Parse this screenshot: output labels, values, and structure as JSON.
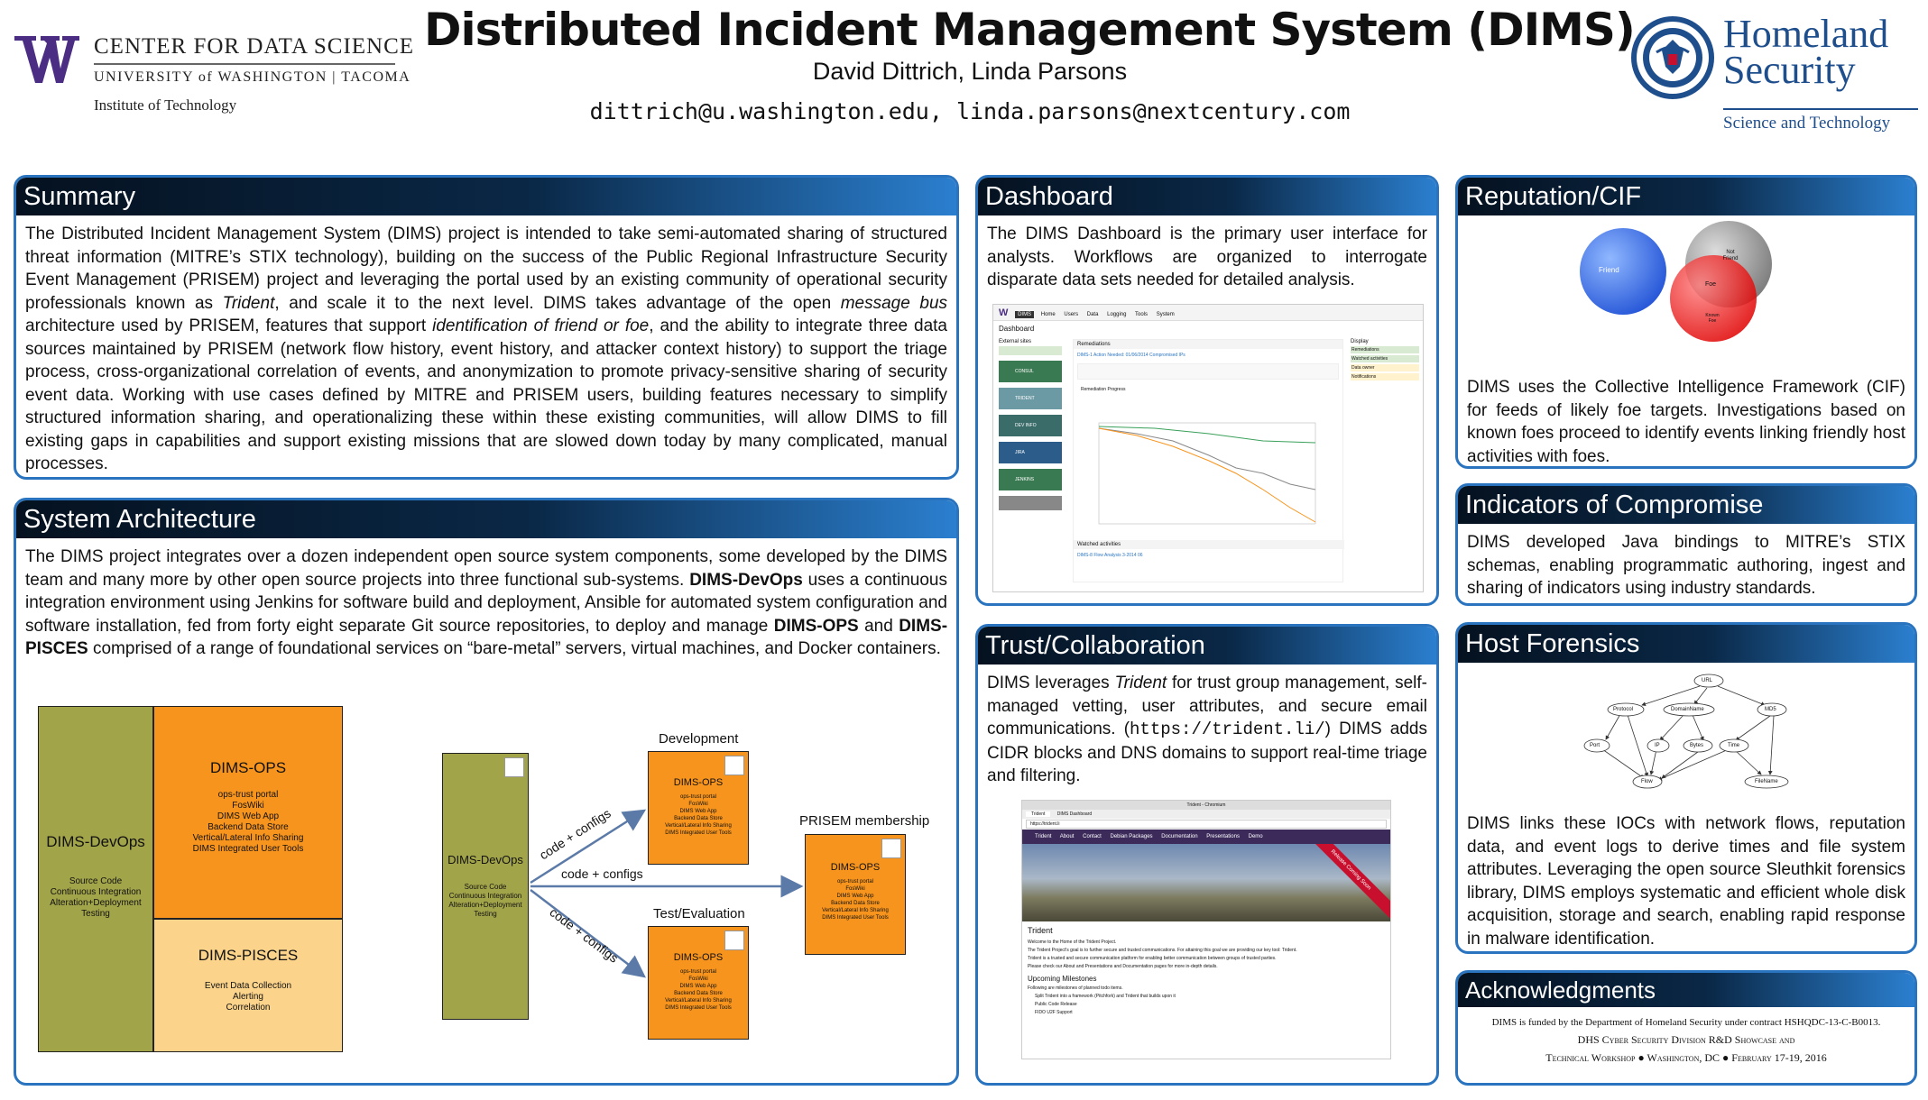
{
  "header": {
    "uw_line1": "CENTER FOR DATA SCIENCE",
    "uw_line2": "UNIVERSITY of WASHINGTON | TACOMA",
    "uw_line3": "Institute of Technology",
    "title": "Distributed Incident Management System (DIMS)",
    "authors": "David Dittrich, Linda Parsons",
    "emails": "dittrich@u.washington.edu, linda.parsons@nextcentury.com",
    "dhs_name_1": "Homeland",
    "dhs_name_2": "Security",
    "dhs_sub": "Science and Technology"
  },
  "colors": {
    "panel_border": "#2a74bf",
    "header_dark": "#05111f",
    "header_light": "#2b7fcf",
    "olive": "#a2a44a",
    "orange": "#f7941d",
    "pale_orange": "#fbd38b",
    "uw_purple": "#4b2e83",
    "dhs_blue": "#1f4e8c"
  },
  "summary": {
    "title": "Summary",
    "text_1": "The Distributed Incident Management System (DIMS) project is intended to take semi-automated sharing of structured threat information (MITRE’s STIX technology), building on the success of the Public Regional Infrastructure Security Event Management (PRISEM) project and leveraging the portal used by an existing community of operational security professionals known as ",
    "trident": "Trident",
    "text_2": ", and scale it to the next level.  DIMS takes advantage of the open ",
    "message_bus": "message bus",
    "text_3": " architecture used by PRISEM, features that support ",
    "iff": "identification of friend or foe",
    "text_4": ", and the ability to integrate three data sources maintained by PRISEM (network flow history, event history, and attacker context history) to support the triage process, cross-organizational correlation of events, and anonymization to promote privacy-sensitive sharing of security event data.  Working with use cases defined by MITRE and PRISEM users, building features necessary to simplify structured information sharing, and operationalizing these within these existing communities, will allow DIMS to fill existing gaps in capabilities and support existing missions that are slowed down today by many complicated, manual processes."
  },
  "architecture": {
    "title": "System Architecture",
    "text_1": "The DIMS project integrates over a dozen independent open source system components, some developed by the DIMS team and many more by other open source projects into three functional sub-systems. ",
    "devops": "DIMS-DevOps",
    "text_2": " uses a continuous integration environment using Jenkins for software build and deployment, Ansible for automated system configuration and software installation, fed from forty eight separate Git source repositories, to deploy and manage ",
    "ops": "DIMS-OPS",
    "text_3": " and ",
    "pisces": "DIMS-PISCES",
    "text_4": " comprised of a range of foundational services on “bare-metal” servers, virtual machines, and Docker containers.",
    "diagram": {
      "devops_title": "DIMS-DevOps",
      "devops_sub": [
        "Source Code",
        "Continuous Integration",
        "Alteration+Deployment",
        "Testing"
      ],
      "ops_title": "DIMS-OPS",
      "ops_items": [
        "ops-trust portal",
        "FosWiki",
        "DIMS Web App",
        "Backend Data Store",
        "Vertical/Lateral Info Sharing",
        "DIMS Integrated User Tools"
      ],
      "pisces_title": "DIMS-PISCES",
      "pisces_items": [
        "Event Data Collection",
        "Alerting",
        "Correlation"
      ],
      "dev_label": "Development",
      "test_label": "Test/Evaluation",
      "prisem_label": "PRISEM membership",
      "arrow_label": "code + configs"
    }
  },
  "dashboard": {
    "title": "Dashboard",
    "text": "The DIMS Dashboard is the primary user interface for analysts.  Workflows are organized to interrogate disparate data sets needed for detailed analysis.",
    "shot": {
      "nav": [
        "Home",
        "Users",
        "Data",
        "Logging",
        "Tools",
        "System"
      ],
      "brand": "DIMS",
      "heading": "Dashboard",
      "ext_sites": "External sites",
      "side_items": [
        "CONSUL",
        "TRIDENT",
        "DEV INFO",
        "JIRA",
        "JENKINS"
      ],
      "remediations": "Remediations",
      "item_title": "DIMS-1 Action Needed: 01/06/2014 Compromised IPs",
      "chart_title": "Remediation Progress",
      "watched": "Watched activities",
      "watched_item": "DIMS-8 Flow Analysis 3-2014 06",
      "display": "Display",
      "display_items": [
        "Remediations",
        "Watched activities",
        "Data owner",
        "Notifications"
      ]
    }
  },
  "trust": {
    "title": "Trust/Collaboration",
    "text_1": "DIMS leverages ",
    "trident": "Trident",
    "text_2": " for trust group management, self-managed vetting, user attributes, and secure email communications. (",
    "url": "https://trident.li/",
    "text_3": ") DIMS adds CIDR blocks and DNS domains to support real-time triage and filtering.",
    "shot": {
      "window_title": "Trident - Chromium",
      "tab1": "Trident",
      "tab2": "DIMS Dashboard",
      "address": "https://trident.li",
      "menu": [
        "Trident",
        "About",
        "Contact",
        "Debian Packages",
        "Documentation",
        "Presentations",
        "Demo"
      ],
      "ribbon": "Release Coming Soon",
      "site_title": "Trident",
      "p1": "Welcome to the Home of the Trident Project.",
      "p2": "The Trident Project's goal is to further secure and trusted communications. For attaining this goal we are providing our key tool: Trident.",
      "p3": "Trident is a trusted and secure communication platform for enabling better communication between groups of trusted parties.",
      "p4": "Please check our About and Presentations and Documentation pages for more in-depth details.",
      "milestones": "Upcoming Milestones",
      "p5": "Following are milestones of planned todo items.",
      "list": [
        "Split Trident into a framework (Pitchfork) and Trident that builds upon it",
        "Public Code Release",
        "FIDO U2F Support"
      ]
    }
  },
  "reputation": {
    "title": "Reputation/CIF",
    "venn": {
      "friend": "Friend",
      "not_friend": "Not Friend",
      "foe": "Foe",
      "known_foe": "Known Foe"
    },
    "text": "DIMS uses the Collective Intelligence Framework (CIF) for feeds of likely foe targets.  Investigations based on known foes proceed to identify events linking friendly host activities with foes."
  },
  "ioc": {
    "title": "Indicators of Compromise",
    "text": "DIMS developed Java bindings to MITRE’s STIX schemas, enabling programmatic authoring, ingest and sharing of indicators using industry standards."
  },
  "forensics": {
    "title": "Host Forensics",
    "graph_nodes": [
      "URL",
      "Protocol",
      "DomainName",
      "MD5",
      "Port",
      "IP",
      "Bytes",
      "Time",
      "Flow",
      "FileName"
    ],
    "text": "DIMS links these IOCs with network flows, reputation data, and event logs to derive times and file system attributes. Leveraging the open source Sleuthkit forensics library, DIMS employs systematic and efficient whole disk acquisition, storage and search, enabling rapid response in malware identification."
  },
  "ack": {
    "title": "Acknowledgments",
    "line1": "DIMS is funded by the Department of Homeland Security under contract HSHQDC-13-C-B0013.",
    "line2": "DHS Cyber Security Division R&D Showcase and",
    "line3": "Technical Workshop ● Washington, DC ● February 17-19, 2016"
  }
}
